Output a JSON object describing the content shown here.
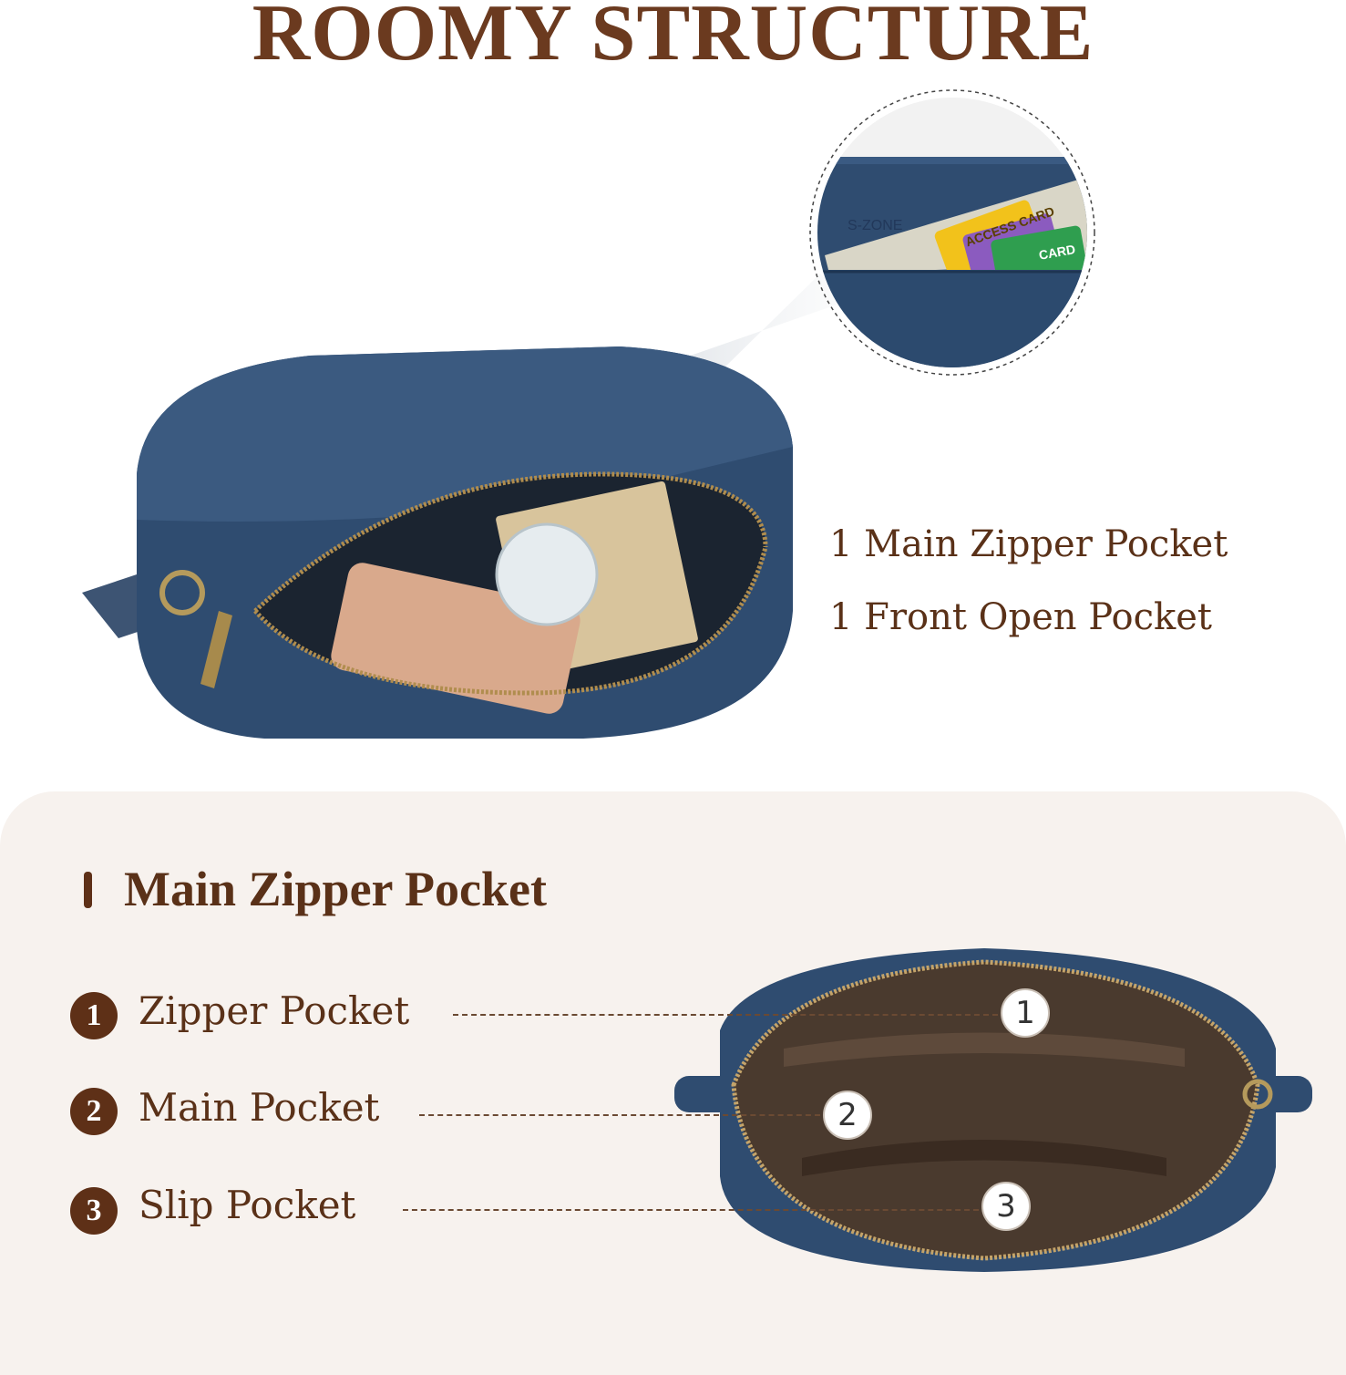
{
  "title": "ROOMY STRUCTURE",
  "hero": {
    "features": [
      "1 Main Zipper Pocket",
      "1 Front Open Pocket"
    ],
    "zoom_brand_text": "S-ZONE",
    "card_text_1": "ACCESS CARD",
    "card_text_2": "CARD"
  },
  "colors": {
    "brown": "#5e3017",
    "leather_blue": "#2f4c70",
    "panel_bg": "#f7f2ee"
  },
  "section": {
    "title": "Main Zipper Pocket",
    "items": [
      {
        "number": "1",
        "label": "Zipper Pocket"
      },
      {
        "number": "2",
        "label": "Main Pocket"
      },
      {
        "number": "3",
        "label": "Slip Pocket"
      }
    ]
  }
}
